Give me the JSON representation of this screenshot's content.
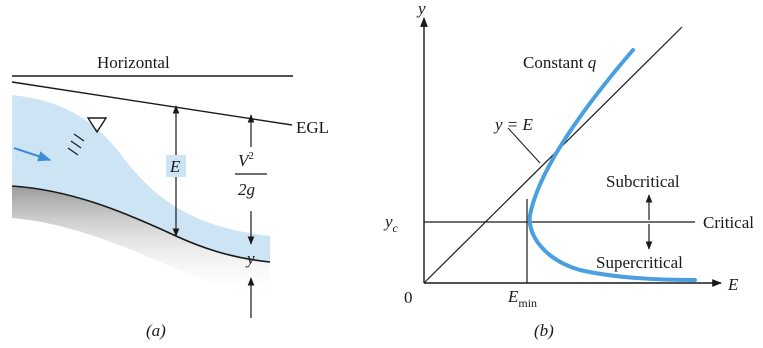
{
  "panel_a": {
    "horizontal_label": "Horizontal",
    "egl_label": "EGL",
    "E_label": "E",
    "velocity_head_numerator": "V",
    "velocity_head_exponent": "2",
    "velocity_head_denominator": "2g",
    "y_label": "y",
    "caption": "(a)"
  },
  "panel_b": {
    "y_axis_label": "y",
    "x_axis_label": "E",
    "origin_label": "0",
    "curve_label_prefix": "Constant",
    "curve_label_var": "q",
    "line_label": "y = E",
    "yc_main": "y",
    "yc_sub": "c",
    "emin_main": "E",
    "emin_sub": "min",
    "critical_label": "Critical",
    "subcritical_label": "Subcritical",
    "supercritical_label": "Supercritical",
    "caption": "(b)"
  },
  "colors": {
    "water_fill": "#cde4f5",
    "curve": "#4a9fe0",
    "ink": "#1a1a1a"
  }
}
